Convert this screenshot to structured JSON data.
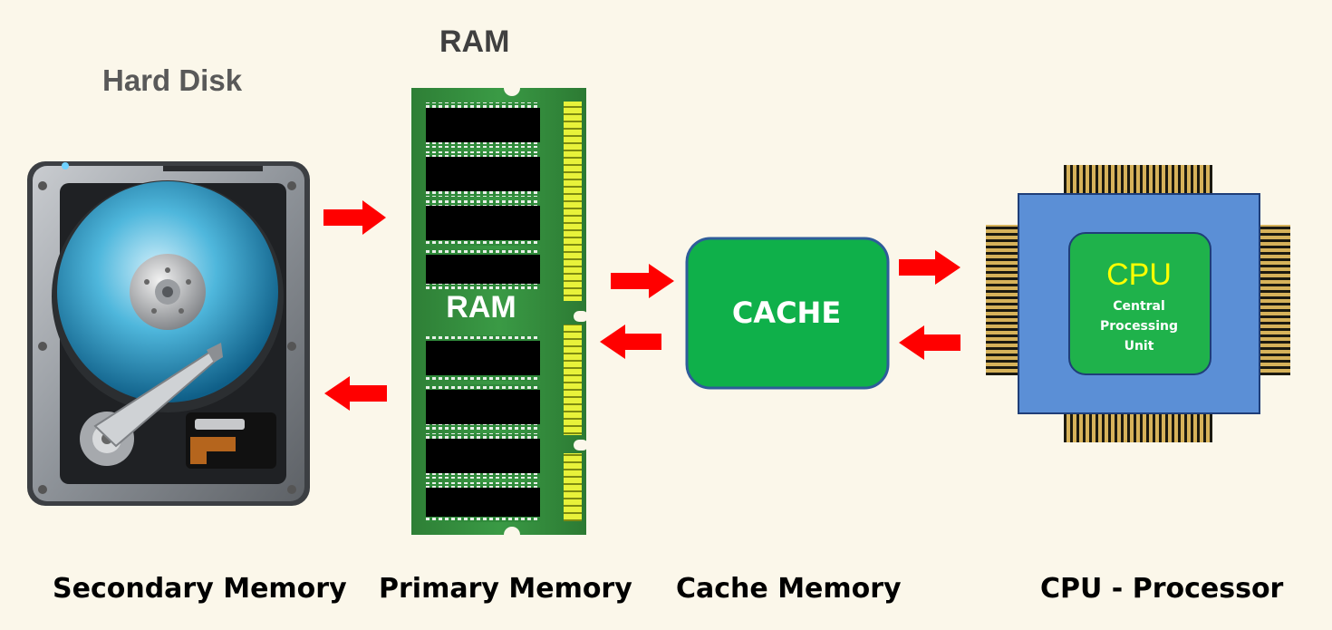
{
  "diagram": {
    "hard_disk_title": "Hard Disk",
    "ram_title": "RAM",
    "ram_chip_label": "RAM",
    "cache_label": "CACHE",
    "cpu": {
      "title": "CPU",
      "line1": "Central",
      "line2": "Processing",
      "line3": "Unit"
    },
    "captions": {
      "secondary": "Secondary Memory",
      "primary": "Primary Memory",
      "cache": "Cache Memory",
      "cpu": "CPU - Processor"
    },
    "colors": {
      "background": "#fbf7ea",
      "arrow": "#ff0000",
      "ram_board": "#2f8a3a",
      "cache_fill": "#0fb04a",
      "cpu_body": "#5b8fd6",
      "cpu_core": "#1fb24b",
      "cpu_text": "#ffff00",
      "pins": "#c8a24a"
    }
  }
}
